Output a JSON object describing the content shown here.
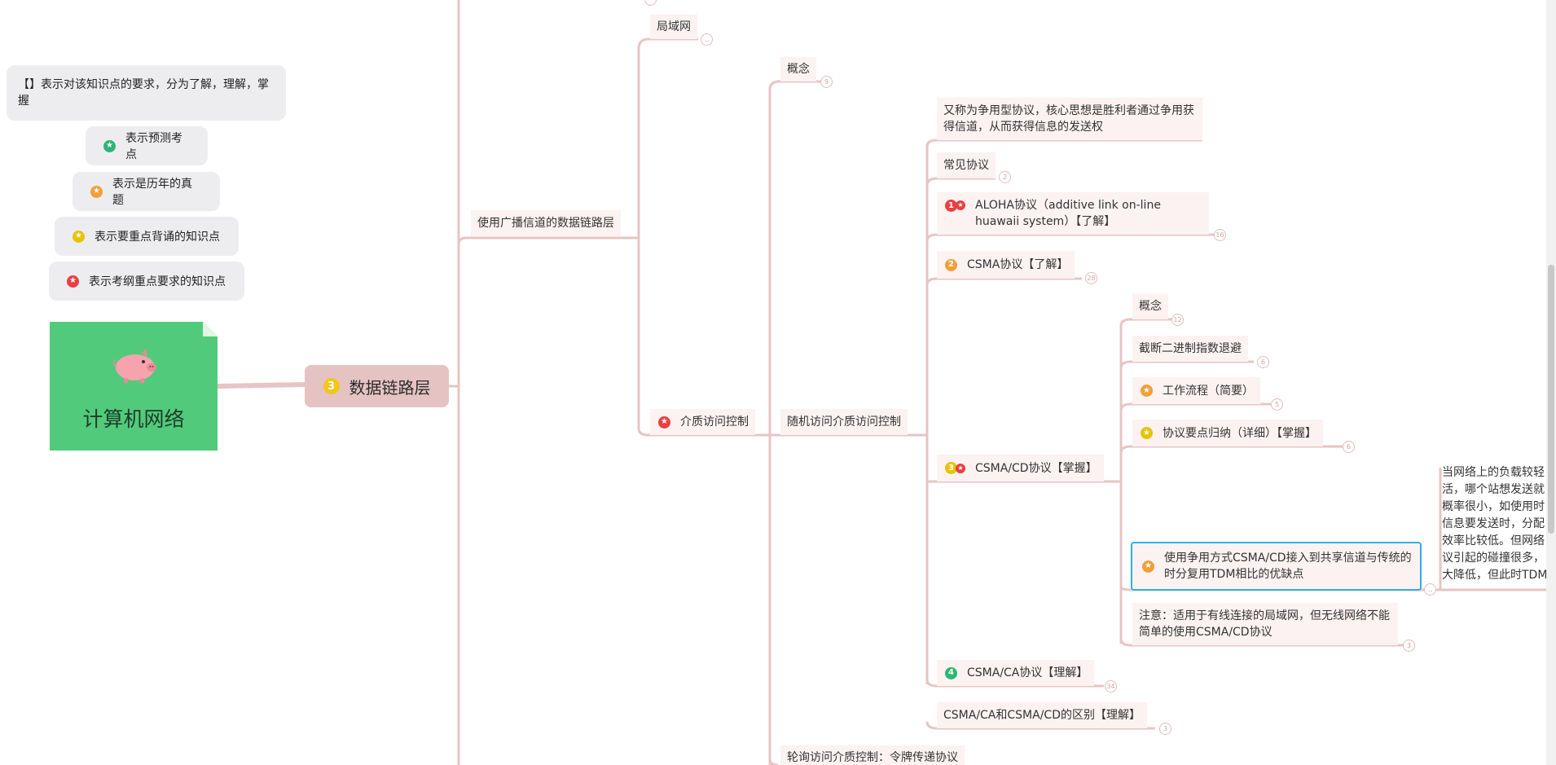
{
  "legend": {
    "note": "【】表示对该知识点的要求，分为了解，理解，掌握",
    "items": [
      {
        "icon": "green-star-icon",
        "label": "表示预测考点"
      },
      {
        "icon": "orange-star-icon",
        "label": "表示是历年的真题"
      },
      {
        "icon": "yellow-star-icon",
        "label": "表示要重点背诵的知识点"
      },
      {
        "icon": "red-star-icon",
        "label": "表示考纲重点要求的知识点"
      }
    ]
  },
  "root": {
    "title": "计算机网络",
    "icon": "pig-icon"
  },
  "main_topic": {
    "number": "3",
    "label": "数据链路层"
  },
  "nodes": {
    "lan": {
      "label": "局域网",
      "count": "..."
    },
    "broadcast": {
      "label": "使用广播信道的数据链路层"
    },
    "mac": {
      "label": "介质访问控制"
    },
    "concept1": {
      "label": "概念",
      "count": "9"
    },
    "random": {
      "label": "随机访问介质访问控制"
    },
    "polling": {
      "label": "轮询访问介质控制：令牌传递协议"
    },
    "desc": {
      "label": "又称为争用型协议，核心思想是胜利者通过争用获得信道，从而获得信息的发送权"
    },
    "common": {
      "label": "常见协议",
      "count": "2"
    },
    "aloha": {
      "num": "1",
      "label": "ALOHA协议（additive link on-line huawaii system）【了解】",
      "count": "16"
    },
    "csma": {
      "num": "2",
      "label": "CSMA协议【了解】",
      "count": "28"
    },
    "csmacd": {
      "num": "3",
      "label": "CSMA/CD协议【掌握】"
    },
    "csmaca": {
      "num": "4",
      "label": "CSMA/CA协议【理解】",
      "count": "34"
    },
    "diff": {
      "label": "CSMA/CA和CSMA/CD的区别【理解】",
      "count": "3"
    },
    "cd_concept": {
      "label": "概念",
      "count": "12"
    },
    "backoff": {
      "label": "截断二进制指数退避",
      "count": "6"
    },
    "flow": {
      "label": "工作流程（简要）",
      "count": "5"
    },
    "summary": {
      "label": "协议要点归纳（详细）【掌握】",
      "count": "6"
    },
    "compare": {
      "label": "使用争用方式CSMA/CD接入到共享信道与传统的时分复用TDM相比的优缺点",
      "count": "..."
    },
    "note": {
      "label": "注意：适用于有线连接的局域网，但无线网络不能简单的使用CSMA/CD协议",
      "count": "3"
    }
  },
  "long_text": "当网络上的负载较轻\n活，哪个站想发送就\n概率很小，如使用时\n信息要发送时，分配\n效率比较低。但网络\n议引起的碰撞很多，\n大降低，但此时TDM",
  "colors": {
    "line": "#e8c4c4",
    "node_bg": "#fcf2f2",
    "root_bg": "#51cb7b",
    "main_bg": "#e5c3c3",
    "select": "#2fb0e8"
  }
}
